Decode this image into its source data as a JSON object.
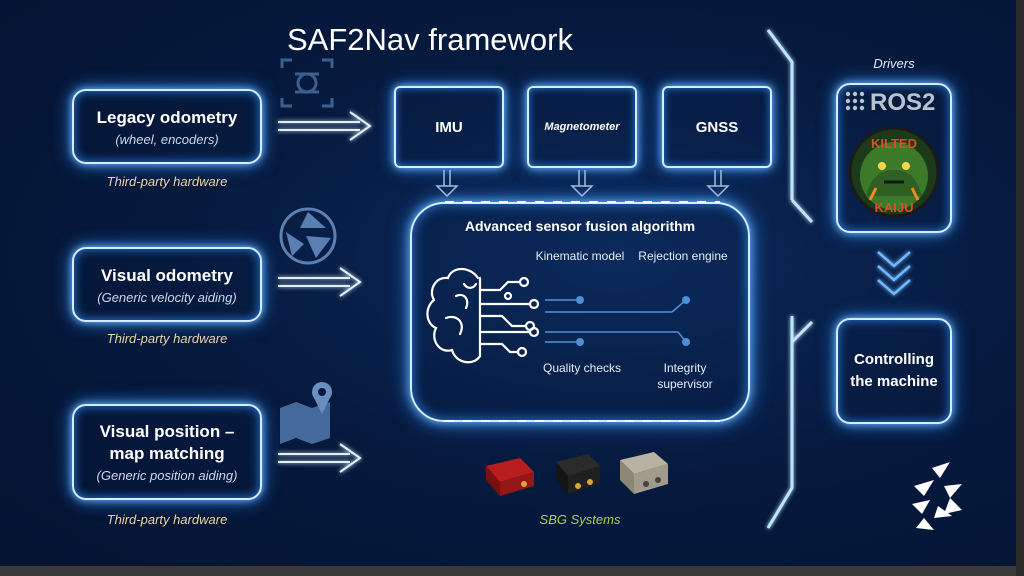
{
  "title": "SAF2Nav framework",
  "inputs": [
    {
      "title": "Legacy odometry",
      "subtitle": "(wheel, encoders)",
      "note": "Third-party hardware"
    },
    {
      "title": "Visual odometry",
      "subtitle": "(Generic velocity aiding)",
      "note": "Third-party hardware"
    },
    {
      "title": "Visual position – map matching",
      "subtitle": "(Generic position aiding)",
      "note": "Third-party hardware"
    }
  ],
  "sensors": [
    "IMU",
    "Magnetometer",
    "GNSS"
  ],
  "fusion": {
    "title": "Advanced sensor fusion algorithm",
    "modules": [
      "Kinematic model",
      "Rejection engine",
      "Quality checks",
      "Integrity supervisor"
    ]
  },
  "drivers": {
    "label": "Drivers",
    "ros": "ROS2",
    "badge_top": "KILTED",
    "badge_bottom": "KAIJU"
  },
  "output": "Controlling the machine",
  "vendor": "SBG Systems",
  "colors": {
    "background": "#05183a",
    "glow": "#6fb7ff",
    "accent_pink": "#ff5fa2",
    "vendor_green": "#9fd64a",
    "note_tan": "#e9d3a8"
  }
}
